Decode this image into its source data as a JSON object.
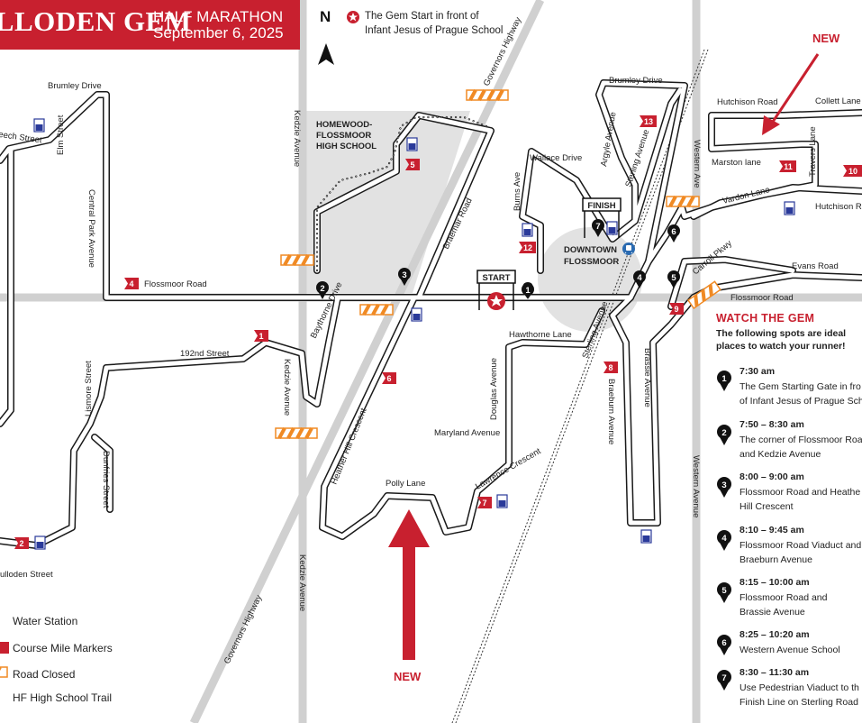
{
  "title": {
    "event": "CULLODEN GEM",
    "subtitle": "HALF MARATHON",
    "date": "September 6, 2025"
  },
  "north_label": "N",
  "start_note": [
    "The Gem Start in front of",
    "Infant Jesus of Prague School"
  ],
  "new_labels": [
    "NEW",
    "NEW"
  ],
  "roads": {
    "brumley_drive_w": "Brumley Drive",
    "beech_street": "eech Street",
    "elm_street": "Elm Street",
    "central_park": "Central Park Avenue",
    "flossmoor_road_w": "Flossmoor Road",
    "192nd": "192nd Street",
    "lismore": "Lismore Street",
    "dunfries": "Dunfries Street",
    "culloden": "ulloden Street",
    "kedzie_top": "Kedzie Avenue",
    "kedzie_mid": "Kedzie Avenue",
    "kedzie_bottom": "Kedzie Avenue",
    "bayrhorne": "Baythorne Drive",
    "governors_top": "Governors Highway",
    "governors_bottom": "Governors Highway",
    "braemar": "Braemar Road",
    "heather_hill": "Heather Hill Crescent",
    "polly": "Polly Lane",
    "lawrence": "Lawrence Crescent",
    "maryland": "Maryland Avenue",
    "douglas": "Douglas Avenue",
    "hawthorne": "Hawthorne Lane",
    "burns": "Burns Ave",
    "wallace": "Wallace Drive",
    "argyle": "Argyle Avenue",
    "brumley_drive_e": "Brumley Drive",
    "sterling_top": "Sterling Avenue",
    "sterling_mid": "Sterling Avenue",
    "braeburn": "Braeburn Avenue",
    "brassie": "Brassie Avenue",
    "western_top": "Western Ave",
    "western_bottom": "Western Avenue",
    "hutchison_top": "Hutchison Road",
    "hutchison_right": "Hutchison R",
    "collett": "Collett Lane",
    "marston": "Marston lane",
    "travers": "Travers Lane",
    "vardon": "Vardon Lane",
    "carroll": "Carroll Pkwy",
    "evans": "Evans Road",
    "flossmoor_road_e": "Flossmoor Road"
  },
  "places": {
    "high_school": [
      "HOMEWOOD-",
      "FLOSSMOOR",
      "HIGH SCHOOL"
    ],
    "downtown": [
      "DOWNTOWN",
      "FLOSSMOOR"
    ],
    "start_sign": "START",
    "finish_sign": "FINISH"
  },
  "mile_markers": [
    "1",
    "2",
    "4",
    "5",
    "6",
    "7",
    "8",
    "9",
    "10",
    "11",
    "12",
    "13"
  ],
  "viewing_pins": [
    "1",
    "2",
    "3",
    "4",
    "5",
    "6",
    "7"
  ],
  "legend": {
    "water": "Water Station",
    "miles": "Course Mile Markers",
    "closed": "Road Closed",
    "trail": "HF High School Trail"
  },
  "watch": {
    "heading": "WATCH THE GEM",
    "intro": [
      "The following spots are ideal",
      "places to watch your runner!"
    ],
    "spots": [
      {
        "num": "1",
        "time": "7:30 am",
        "lines": [
          "The Gem Starting Gate in fro",
          "of Infant Jesus of Prague Sch"
        ]
      },
      {
        "num": "2",
        "time": "7:50 – 8:30 am",
        "lines": [
          "The corner of Flossmoor Roa",
          "and Kedzie Avenue"
        ]
      },
      {
        "num": "3",
        "time": "8:00 – 9:00 am",
        "lines": [
          "Flossmoor Road and Heathe",
          "Hill Crescent"
        ]
      },
      {
        "num": "4",
        "time": "8:10 – 9:45 am",
        "lines": [
          "Flossmoor Road Viaduct and",
          "Braeburn Avenue"
        ]
      },
      {
        "num": "5",
        "time": "8:15 – 10:00 am",
        "lines": [
          "Flossmoor Road and",
          "Brassie Avenue"
        ]
      },
      {
        "num": "6",
        "time": "8:25 – 10:20 am",
        "lines": [
          "Western Avenue School"
        ]
      },
      {
        "num": "7",
        "time": "8:30 – 11:30 am",
        "lines": [
          "Use Pedestrian Viaduct to th",
          "Finish Line on Sterling Road"
        ]
      }
    ]
  },
  "colors": {
    "brand_red": "#c8202f",
    "road_gray": "#d4d4d4",
    "route": "#1a1a1a",
    "closed_orange": "#f08a24",
    "water_blue": "#2a3a9a",
    "area_gray": "#e2e2e2"
  }
}
